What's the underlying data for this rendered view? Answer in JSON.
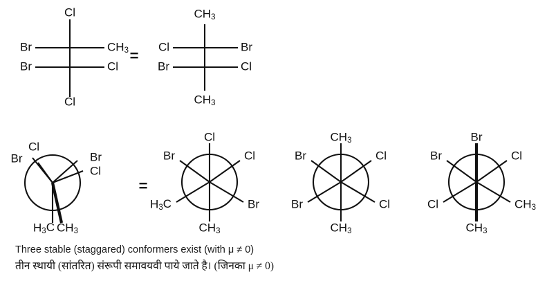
{
  "figure": {
    "title": "Stereochemistry conformational analysis figure",
    "equals_sign": "=",
    "row1": {
      "name": "fischer-projection-row",
      "structures": [
        {
          "id": "fischer-1",
          "type": "fischer-projection",
          "top": "Cl",
          "bottom": "Cl",
          "upper_left": "Br",
          "upper_right": "CH3",
          "lower_left": "Br",
          "lower_right": "Cl"
        },
        {
          "id": "fischer-2",
          "type": "fischer-projection",
          "top": "CH3",
          "bottom": "CH3",
          "upper_left": "Cl",
          "upper_right": "Br",
          "lower_left": "Br",
          "lower_right": "Cl"
        }
      ]
    },
    "row2": {
      "name": "newman-projection-row",
      "structures": [
        {
          "id": "newman-1",
          "type": "newman-projection-eclipsed",
          "front": {
            "upper_left": "Cl",
            "upper_right": "Br",
            "bottom": "CH3"
          },
          "back": {
            "upper_left": "Br",
            "upper_right": "Cl",
            "bottom": "H3C"
          }
        },
        {
          "id": "newman-2",
          "type": "newman-projection-staggered",
          "front": {
            "upper_left": "Br",
            "upper_right": "Cl",
            "bottom": "CH3"
          },
          "back": {
            "top": "Cl",
            "lower_left": "H3C",
            "lower_right": "Br"
          }
        },
        {
          "id": "newman-3",
          "type": "newman-projection-staggered",
          "front": {
            "upper_left": "Br",
            "upper_right": "Cl",
            "bottom": "CH3"
          },
          "back": {
            "top": "CH3",
            "lower_left": "Br",
            "lower_right": "Cl"
          }
        },
        {
          "id": "newman-4",
          "type": "newman-projection-staggered",
          "front": {
            "upper_left": "Br",
            "upper_right": "Cl",
            "bottom": "CH3"
          },
          "back": {
            "top": "Br",
            "lower_left": "Cl",
            "lower_right": "CH3"
          }
        }
      ]
    }
  },
  "caption": {
    "english": "Three stable (staggared) conformers exist (with μ ≠ 0)",
    "hindi": "तीन स्थायी (सांतरित) संरूपी समावयवी पाये जाते है। (जिनका μ ≠ 0)"
  },
  "colors": {
    "ink": "#111111",
    "background": "#ffffff"
  }
}
